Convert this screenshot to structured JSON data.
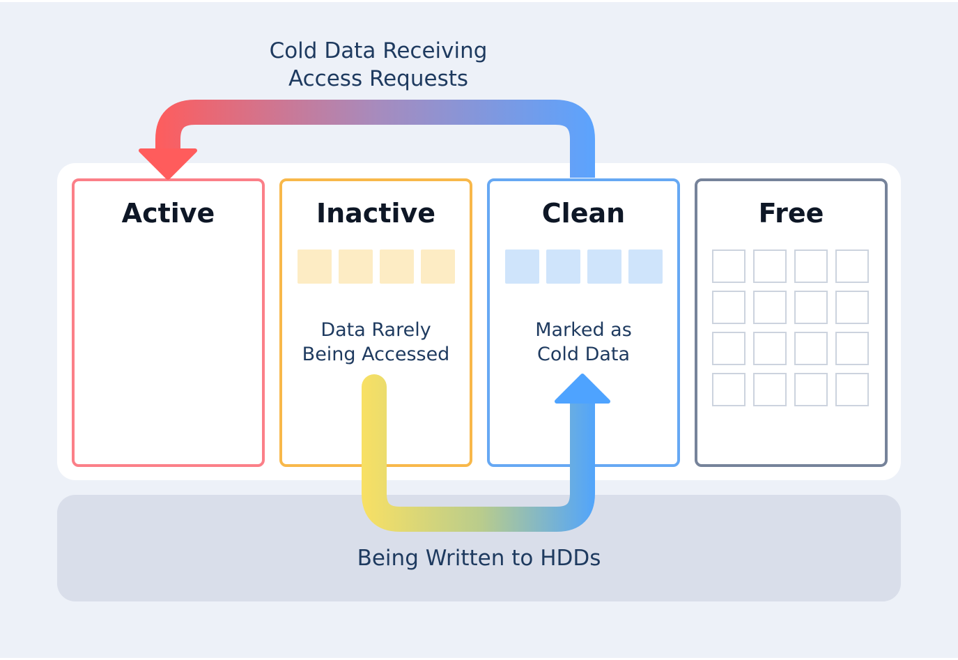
{
  "top_arrow_label": "Cold Data Receiving\nAccess Requests",
  "bottom_label": "Being Written to HDDs",
  "columns": [
    {
      "title": "Active",
      "description": ""
    },
    {
      "title": "Inactive",
      "description": "Data Rarely\nBeing Accessed"
    },
    {
      "title": "Clean",
      "description": "Marked as\nCold Data"
    },
    {
      "title": "Free",
      "description": ""
    }
  ],
  "colors": {
    "active": "#fb7f88",
    "inactive": "#f8b84a",
    "clean": "#66a8f3",
    "free": "#76839a",
    "arrow_red": "#ff5c5c",
    "arrow_blue": "#5aa4ff",
    "arrow_yellow": "#f8e064"
  },
  "icons": [
    "return-arrow-icon",
    "write-arrow-icon"
  ]
}
